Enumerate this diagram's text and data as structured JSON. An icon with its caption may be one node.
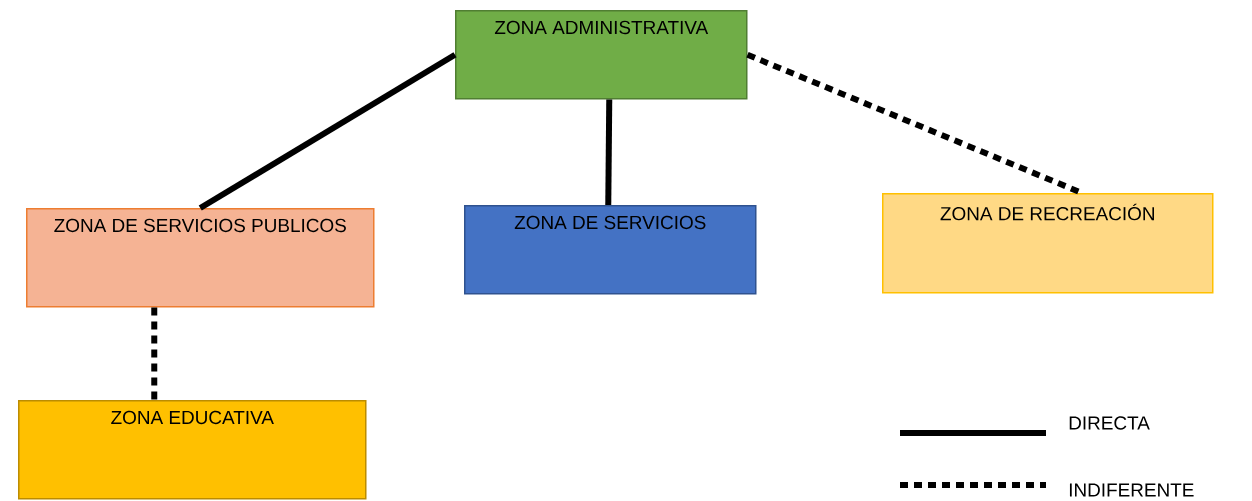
{
  "diagram": {
    "nodes": [
      {
        "text": [
          "ZONA ADMINISTRATIVA"
        ]
      },
      {
        "text": [
          "ZONA DE SERVICIOS PUBLICOS"
        ]
      },
      {
        "text": [
          "ZONA DE SERVICIOS"
        ]
      },
      {
        "text": [
          "ZONA DE RECREACIÓN"
        ]
      },
      {
        "text": [
          "ZONA EDUCATIVA"
        ]
      }
    ],
    "edges": [
      {
        "from": 0,
        "to": 1,
        "arrow": "none"
      },
      {
        "from": 0,
        "to": 2,
        "arrow": "none"
      },
      {
        "from": 0,
        "to": 3,
        "arrow": "none",
        "style": "dashed"
      },
      {
        "from": 1,
        "to": 4,
        "arrow": "none",
        "style": "dashed"
      }
    ],
    "legend": [
      {
        "text": "DIRECTA"
      },
      {
        "text": "INDIFERENTE"
      }
    ]
  }
}
